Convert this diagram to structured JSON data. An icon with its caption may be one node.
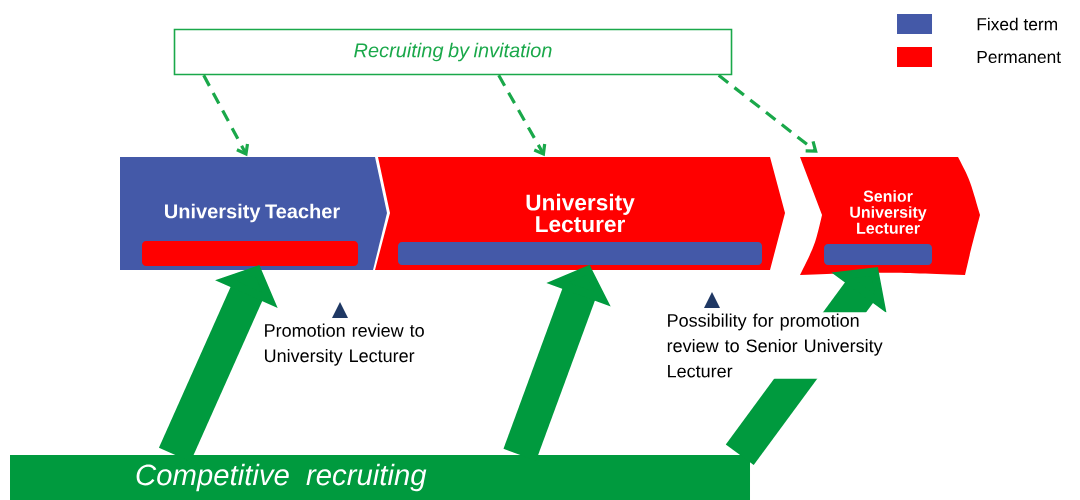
{
  "diagram": {
    "nodes": [
      {
        "text": [
          "Recruiting by invitation"
        ]
      },
      {
        "text": [
          "University Teacher"
        ]
      },
      {
        "text": [
          "University Lecturer"
        ]
      },
      {
        "text": [
          "Senior University Lecturer"
        ]
      },
      {
        "text": [
          "Competitive recruiting"
        ]
      }
    ],
    "edges": [
      {
        "from": 0,
        "to": 1,
        "arrow": "to",
        "style": "dashed"
      },
      {
        "from": 0,
        "to": 2,
        "arrow": "to",
        "style": "dashed"
      },
      {
        "from": 0,
        "to": 3,
        "arrow": "to",
        "style": "dashed"
      },
      {
        "from": 4,
        "to": 1,
        "arrow": "to",
        "style": "thick"
      },
      {
        "from": 4,
        "to": 2,
        "arrow": "to",
        "style": "thick"
      },
      {
        "from": 4,
        "to": 3,
        "arrow": "to",
        "style": "thick"
      }
    ],
    "labels": [
      "Promotion review to University Lecturer",
      "Possibility for promotion review to Senior University Lecturer"
    ],
    "legend": [
      {
        "text": "Fixed term",
        "color": "#4459a8"
      },
      {
        "text": "Permanent",
        "color": "#ff0000"
      }
    ]
  }
}
